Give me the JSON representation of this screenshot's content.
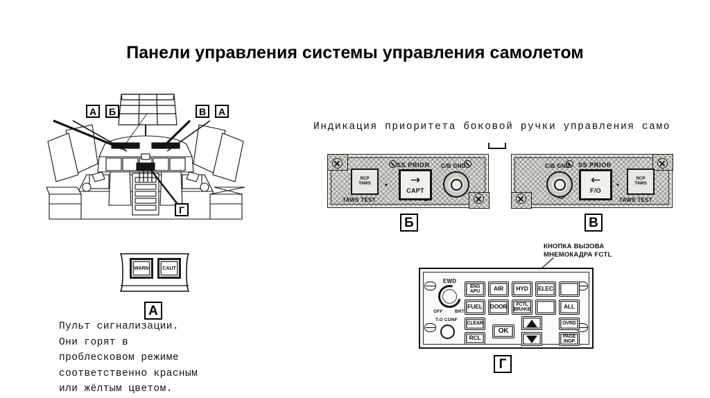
{
  "page": {
    "title": "Панели управления системы управления самолетом"
  },
  "right_heading": {
    "text": "Индикация приоритета боковой ручки управления само"
  },
  "left_caption": {
    "lines": [
      "Пульт сигнализации.",
      "Они горят в",
      "проблесковом режиме",
      "соответственно красным",
      "или жёлтым цветом."
    ]
  },
  "callouts": {
    "a_left": "А",
    "b_left": "Б",
    "v_right": "В",
    "a_right": "А",
    "g_pedestal": "Г",
    "warn_panel": "А",
    "panel_b": "Б",
    "panel_v": "В",
    "panel_g": "Г"
  },
  "warning_panel": {
    "buttons": [
      {
        "label": "WARN"
      },
      {
        "label": "CAUT"
      }
    ]
  },
  "ss_panel_capt": {
    "taws_button": {
      "line1": "RCP",
      "line2": "TAWS"
    },
    "taws_label": "TAWS TEST",
    "ss_prior_title": "SS PRIOR",
    "ss_prior_arrow": "→",
    "ss_prior_who": "CAPT",
    "gnd_label": "C/B GND",
    "dot": "•"
  },
  "ss_panel_fo": {
    "taws_button": {
      "line1": "RCP",
      "line2": "TAWS"
    },
    "taws_label": "TAWS TEST",
    "ss_prior_title": "SS PRIOR",
    "ss_prior_arrow": "←",
    "ss_prior_who": "F/O",
    "gnd_label": "C/B GND",
    "dot": "•"
  },
  "ecam_panel": {
    "ewd_knob": {
      "title": "EWD",
      "off": "OFF",
      "brt": "BRT"
    },
    "to_conf_label": "T.O CONF",
    "row1": [
      {
        "line1": "ENG",
        "line2": "APU",
        "name": "eng-apu"
      },
      {
        "line1": "AIR",
        "line2": "",
        "name": "air"
      },
      {
        "line1": "HYD",
        "line2": "",
        "name": "hyd"
      },
      {
        "line1": "ELEC",
        "line2": "",
        "name": "elec"
      },
      {
        "line1": "",
        "line2": "",
        "name": "blank-1"
      }
    ],
    "row2": [
      {
        "line1": "FUEL",
        "line2": "",
        "name": "fuel"
      },
      {
        "line1": "DOOR",
        "line2": "",
        "name": "door"
      },
      {
        "line1": "FCTL",
        "line2": "BRAKE",
        "name": "fctl-brake"
      },
      {
        "line1": "",
        "line2": "",
        "name": "blank-2"
      },
      {
        "line1": "ALL",
        "line2": "",
        "name": "all"
      }
    ],
    "clear_label": "CLEAR",
    "rcl_label": "RCL",
    "ok_label": "OK",
    "ovrd_label": "OVRD",
    "page_inop": {
      "line1": "PAGE",
      "line2": "INOP"
    },
    "arrow_up": "▲",
    "arrow_down": "▼"
  },
  "fctl_callout": {
    "line1": "КНОПКА ВЫЗОВА",
    "line2": "МНЕМОКАДРА FCTL"
  },
  "colors": {
    "ink": "#111111",
    "panel_fill": "#d8d8d4",
    "page_bg": "#ffffff"
  }
}
